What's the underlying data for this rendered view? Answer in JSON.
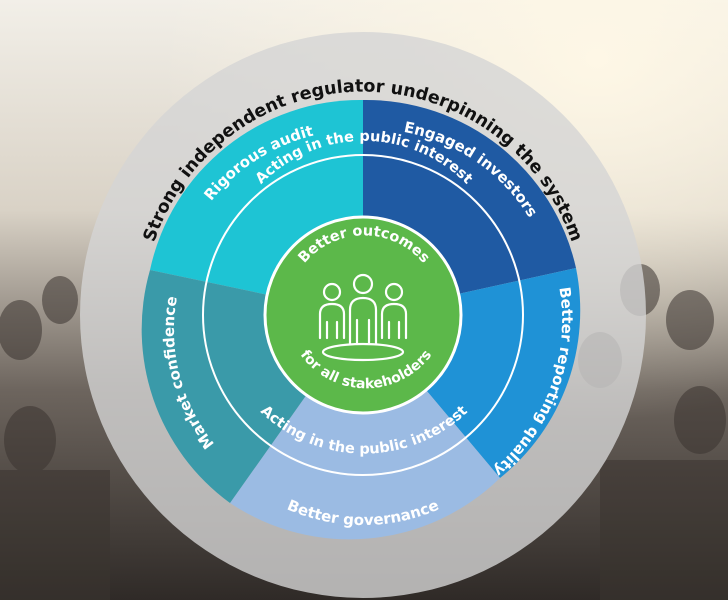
{
  "outer_ring": {
    "label": "Strong independent regulator underpinning the system",
    "fill": "#d4d4d4",
    "text_color": "#111111"
  },
  "segments": [
    {
      "label": "Rigorous audit",
      "color": "#1ec4d4"
    },
    {
      "label": "Engaged investors",
      "color": "#1f5aa3"
    },
    {
      "label": "Better reporting quality",
      "color": "#1f92d6"
    },
    {
      "label": "Better governance",
      "color": "#9bbbe3"
    },
    {
      "label": "Market confidence",
      "color": "#3a9aa9"
    }
  ],
  "inner_ring": {
    "top_label": "Acting in the public interest",
    "bottom_label": "Acting in the public interest"
  },
  "center": {
    "top_label": "Better outcomes",
    "bottom_label": "for all stakeholders",
    "icon": "people-group-icon",
    "color": "#5cb84a"
  }
}
